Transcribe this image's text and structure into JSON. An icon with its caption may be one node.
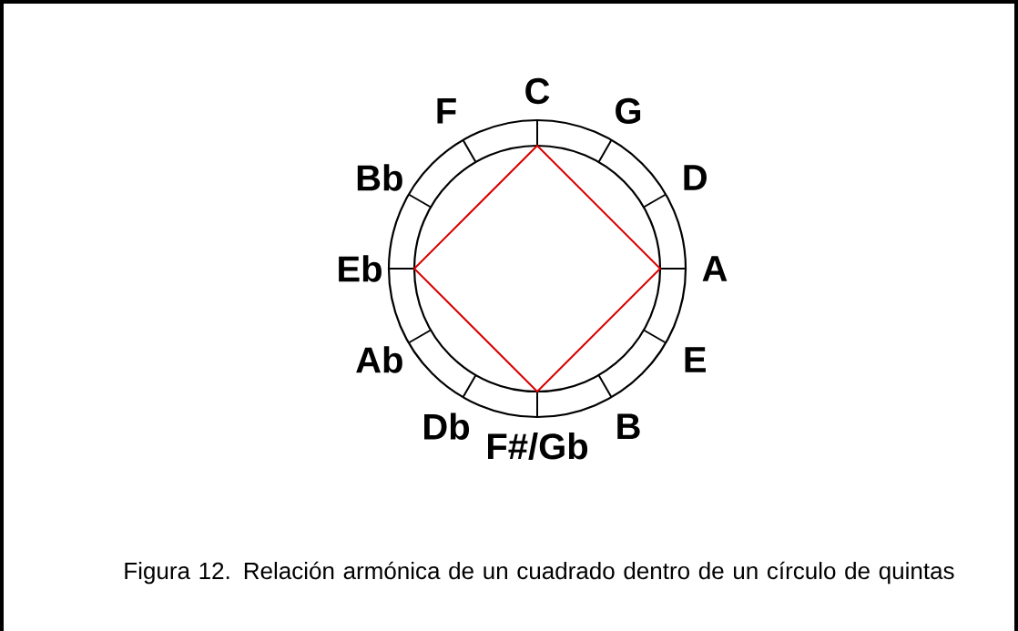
{
  "diagram": {
    "caption": "Figura 12. Relación armónica de un cuadrado dentro de un círculo de quintas",
    "labels": [
      "C",
      "G",
      "D",
      "A",
      "E",
      "B",
      "F#/Gb",
      "Db",
      "Ab",
      "Eb",
      "Bb",
      "F"
    ]
  }
}
